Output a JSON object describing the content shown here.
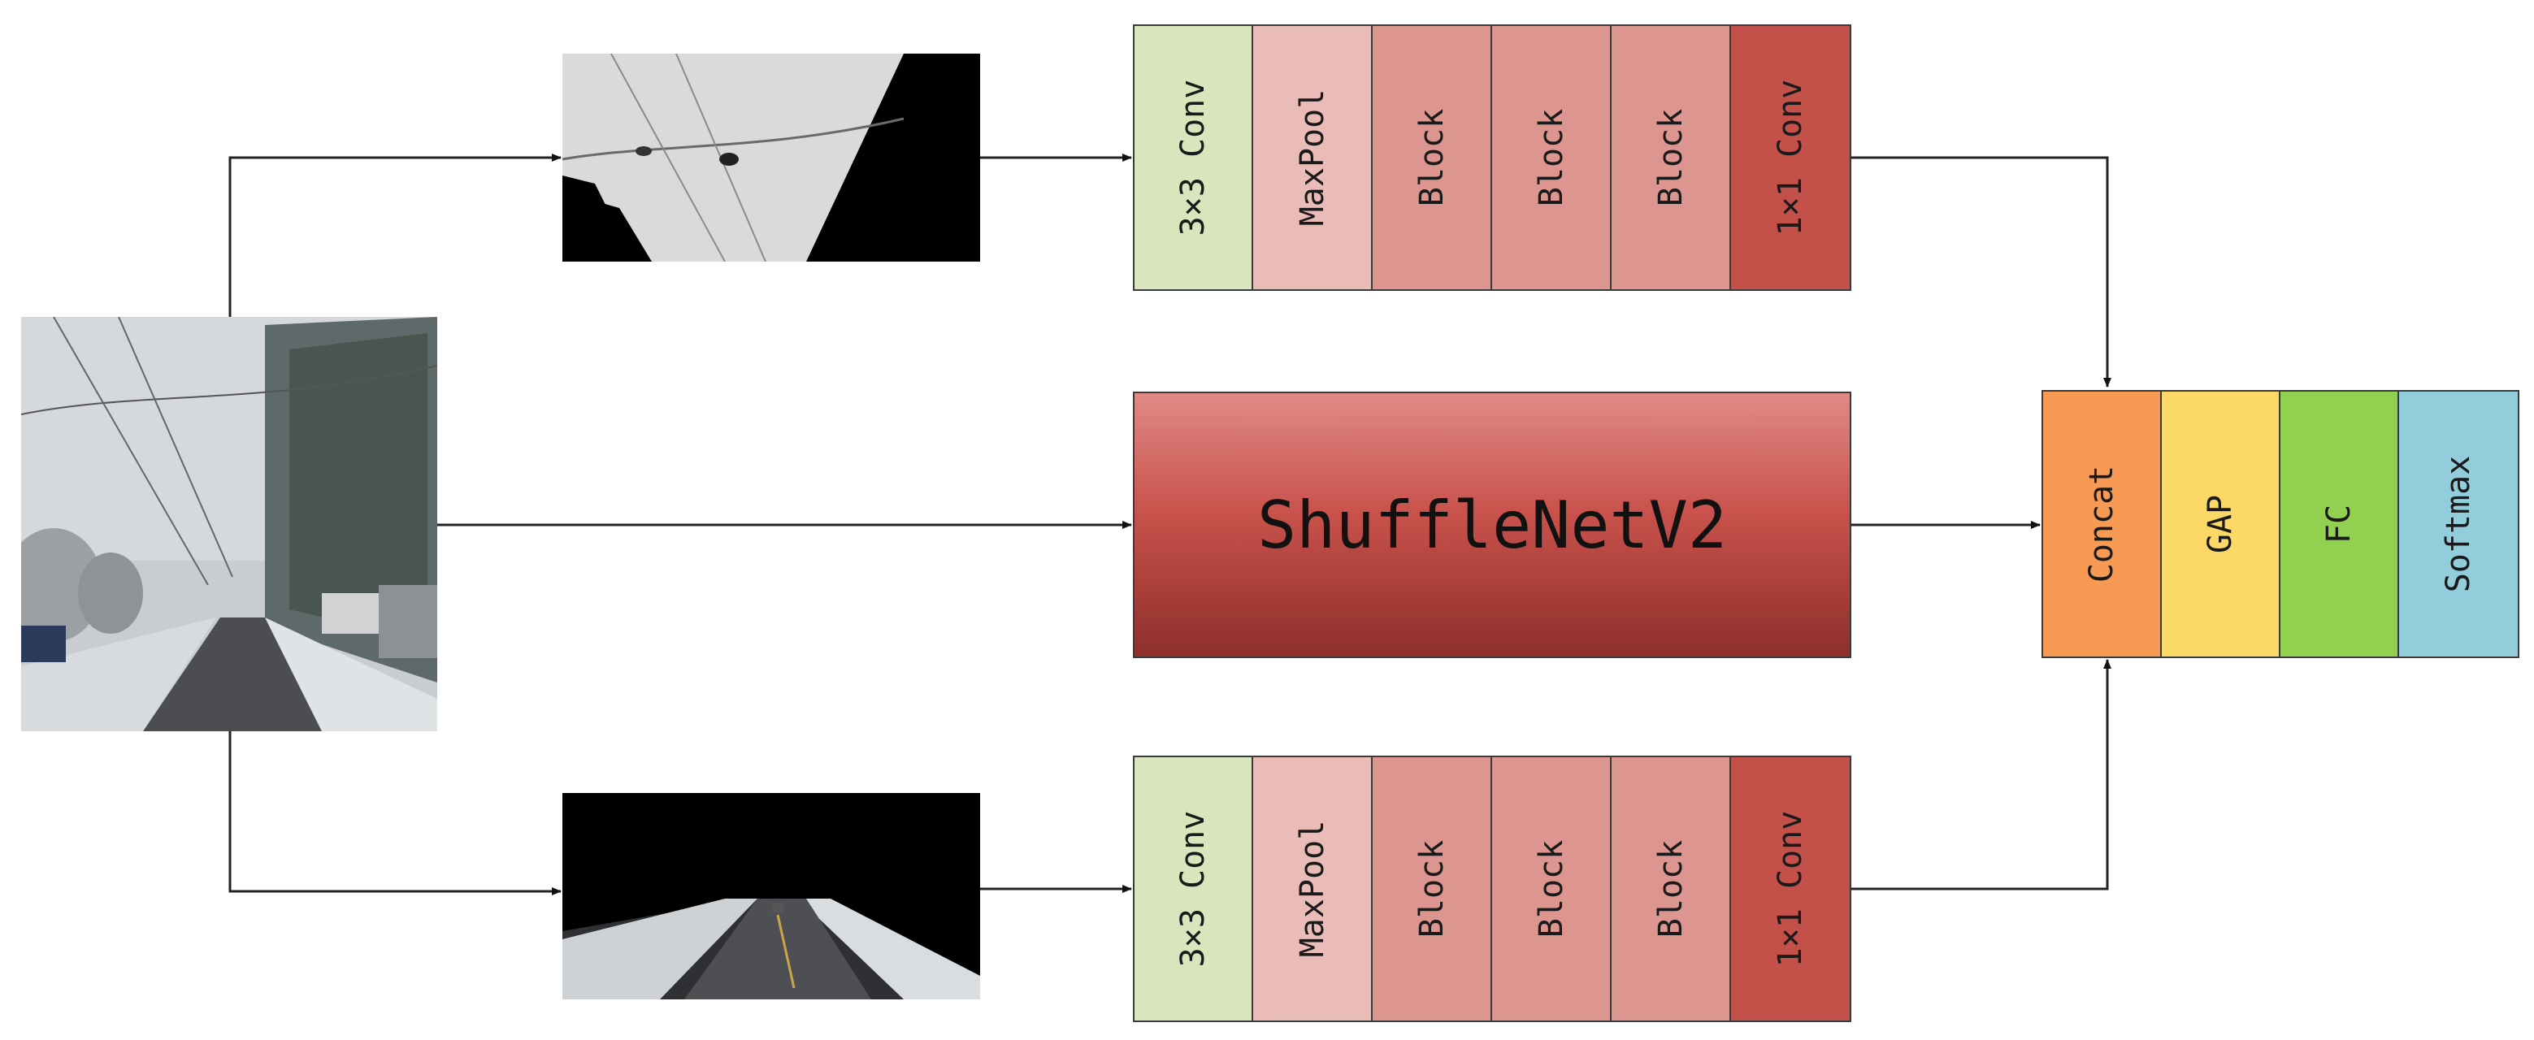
{
  "diagram": {
    "top_branch": {
      "layers": [
        "3×3 Conv",
        "MaxPool",
        "Block",
        "Block",
        "Block",
        "1×1 Conv"
      ]
    },
    "middle_branch": {
      "label": "ShuffleNetV2"
    },
    "bottom_branch": {
      "layers": [
        "3×3 Conv",
        "MaxPool",
        "Block",
        "Block",
        "Block",
        "1×1 Conv"
      ]
    },
    "head": {
      "layers": [
        "Concat",
        "GAP",
        "FC",
        "Softmax"
      ]
    }
  },
  "colors": {
    "conv3": "#d9e6bd",
    "maxpool": "#eabcb8",
    "block": "#dd9590",
    "conv1": "#c4504a",
    "concat": "#f79b54",
    "gap": "#fcd966",
    "fc": "#92d050",
    "softmax": "#92cddc"
  }
}
